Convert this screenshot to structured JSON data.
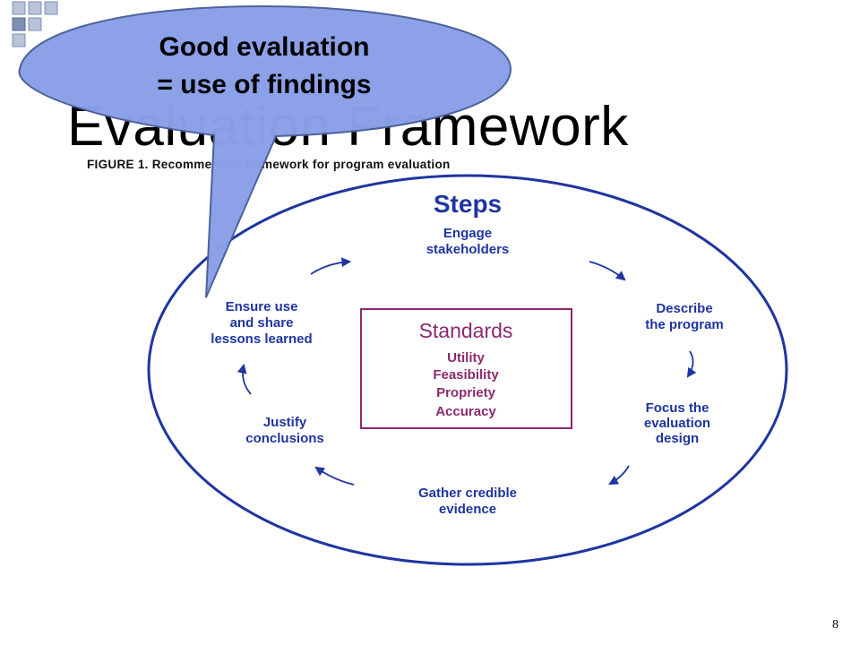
{
  "slide": {
    "title": "Evaluation Framework",
    "page_number": "8"
  },
  "figure": {
    "caption": "FIGURE 1. Recommended framework for program evaluation",
    "steps_heading": "Steps",
    "steps": [
      {
        "lines": [
          "Engage",
          "stakeholders"
        ]
      },
      {
        "lines": [
          "Describe",
          "the program"
        ]
      },
      {
        "lines": [
          "Focus the",
          "evaluation",
          "design"
        ]
      },
      {
        "lines": [
          "Gather credible",
          "evidence"
        ]
      },
      {
        "lines": [
          "Justify",
          "conclusions"
        ]
      },
      {
        "lines": [
          "Ensure use",
          "and share",
          "lessons learned"
        ]
      }
    ],
    "standards": {
      "heading": "Standards",
      "items": [
        "Utility",
        "Feasibility",
        "Propriety",
        "Accuracy"
      ]
    }
  },
  "callout": {
    "lines": [
      "Good evaluation",
      "= use of findings"
    ]
  },
  "colors": {
    "circle": "#1f35a0",
    "standards": "#8b2a6e",
    "callout_fill": "#8aa0e8",
    "callout_stroke": "#4a5f9a",
    "corner_light": "#b8c4d8",
    "corner_dark": "#7d8fb3"
  }
}
